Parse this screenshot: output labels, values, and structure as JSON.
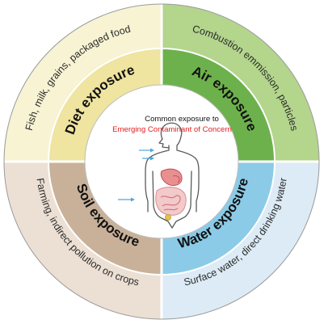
{
  "center": {
    "line1": "Common exposure to",
    "line2": "Emerging Contaminant of Concern",
    "line2_color": "#e0201f"
  },
  "quadrants": {
    "diet": {
      "label": "Diet exposure",
      "detail": "Fish, milk, grains, packaged food",
      "outer_color": "#f7f3d3",
      "inner_color": "#efe4a0"
    },
    "air": {
      "label": "Air exposure",
      "detail": "Combustion emmission, particles",
      "outer_color": "#b3d58c",
      "inner_color": "#6db14c"
    },
    "soil": {
      "label": "Soil exposure",
      "detail": "Farming, indirect pollution on crops",
      "outer_color": "#ece0d5",
      "inner_color": "#c9b199"
    },
    "water": {
      "label": "Water exposure",
      "detail": "Surface water, direct drinking water",
      "outer_color": "#dcebf5",
      "inner_color": "#8ccbe8"
    }
  },
  "icons": {
    "figure": "human-body-icon",
    "arrows": "exposure-arrow-icon"
  }
}
